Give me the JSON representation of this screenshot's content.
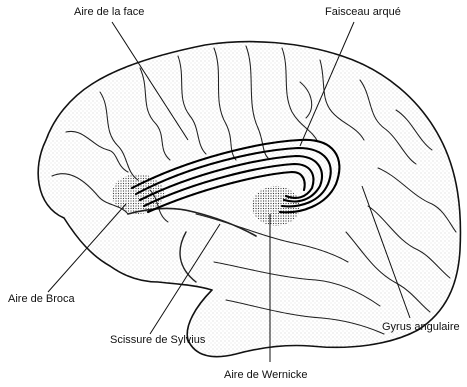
{
  "labels": {
    "face_area": "Aire de la face",
    "arcuate_fasciculus": "Faisceau arqué",
    "broca_area": "Aire de Broca",
    "sylvian_fissure": "Scissure de Sylvius",
    "wernicke_area": "Aire de Wernicke",
    "angular_gyrus": "Gyrus angulaire"
  },
  "colors": {
    "ink": "#111111",
    "background": "#ffffff",
    "stipple": "#555555"
  }
}
